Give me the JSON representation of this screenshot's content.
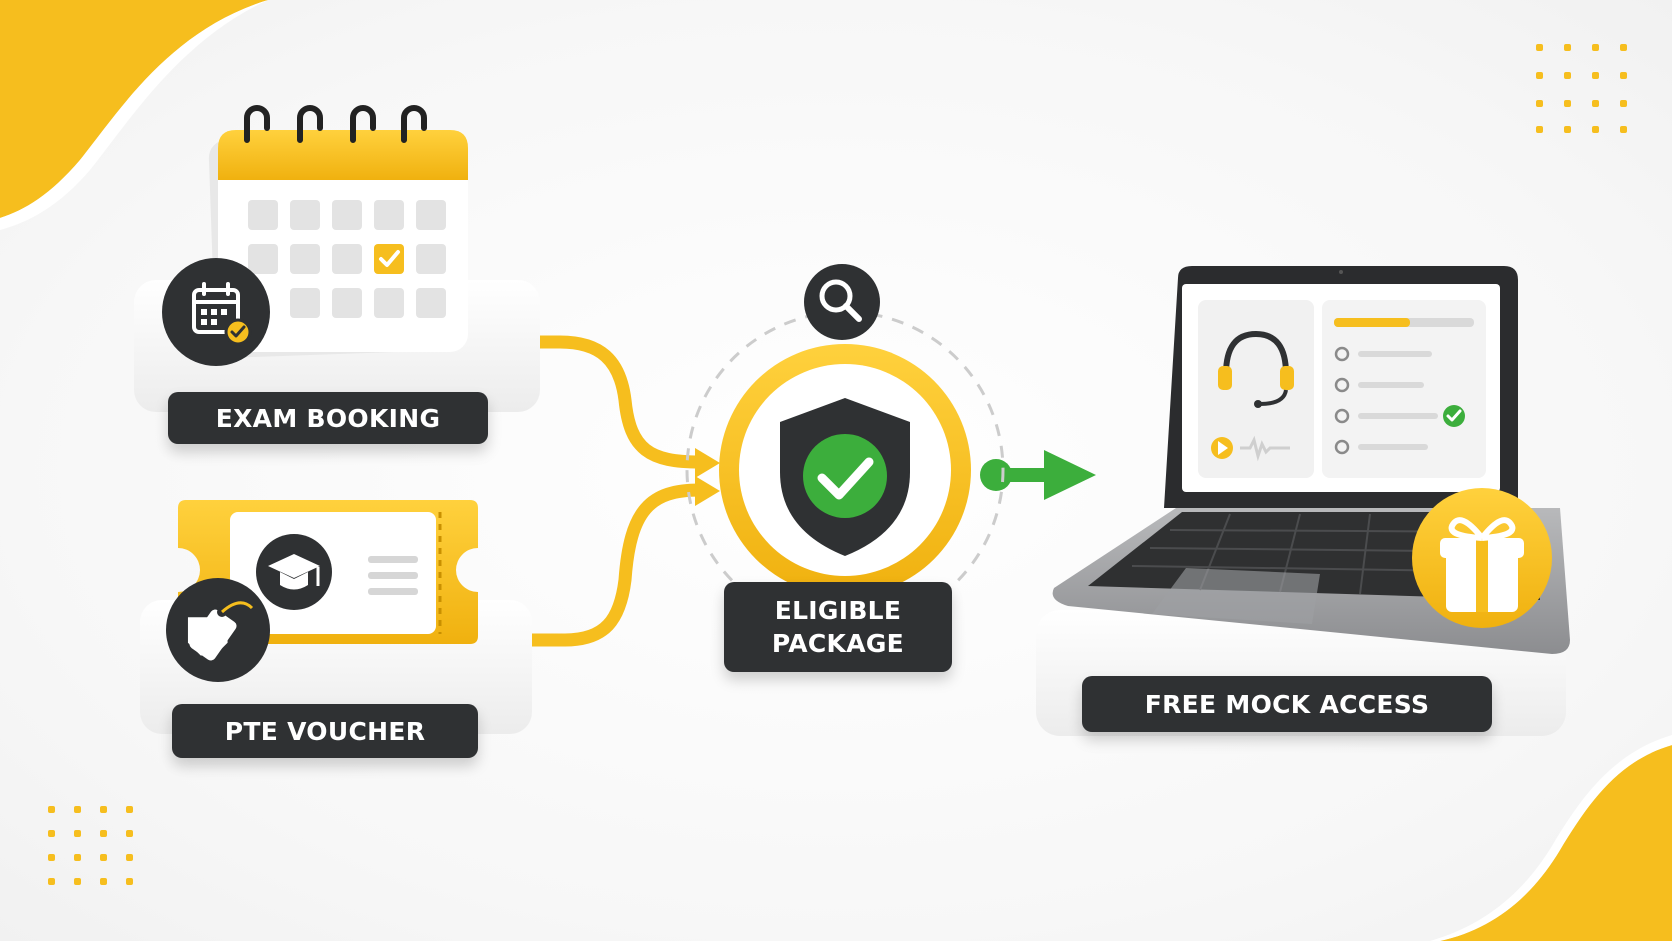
{
  "diagram": {
    "nodes": [
      {
        "id": "exam_booking",
        "label": "EXAM BOOKING",
        "icon": "calendar-icon"
      },
      {
        "id": "pte_voucher",
        "label": "PTE VOUCHER",
        "icon": "ticket-icon"
      },
      {
        "id": "eligible_package",
        "label_line1": "ELIGIBLE",
        "label_line2": "PACKAGE",
        "icon": "shield-check-icon"
      },
      {
        "id": "free_mock_access",
        "label": "FREE MOCK ACCESS",
        "icon": "laptop-icon"
      }
    ],
    "edges": [
      {
        "from": "exam_booking",
        "to": "eligible_package"
      },
      {
        "from": "pte_voucher",
        "to": "eligible_package"
      },
      {
        "from": "eligible_package",
        "to": "free_mock_access"
      }
    ]
  },
  "colors": {
    "accent": "#f6be1e",
    "dark": "#2f3133",
    "success": "#3cae3c",
    "background": "#fbfbfb"
  }
}
